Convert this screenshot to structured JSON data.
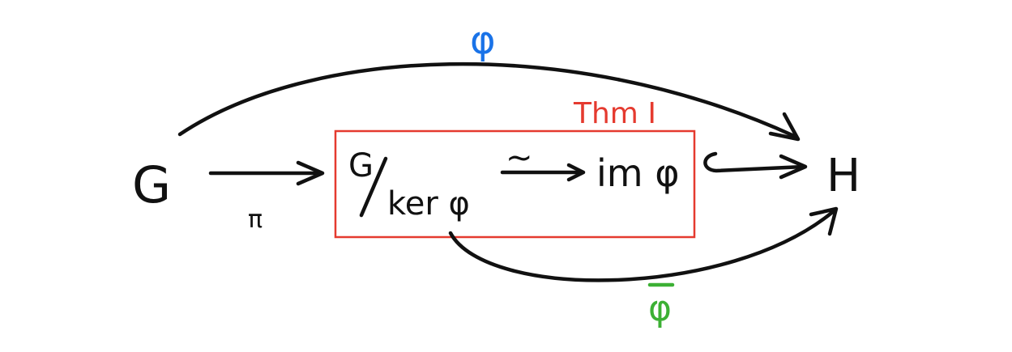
{
  "nodes": {
    "G": "G",
    "H": "H",
    "quotient_numerator": "G",
    "quotient_denominator": "ker φ",
    "image": "im φ"
  },
  "labels": {
    "phi": "φ",
    "pi": "π",
    "iso": "~",
    "phi_bar": "φ",
    "theorem": "Thm I"
  },
  "colors": {
    "ink": "#111111",
    "phi": "#1a73e8",
    "phi_bar": "#3cb034",
    "theorem": "#e53a2f"
  }
}
